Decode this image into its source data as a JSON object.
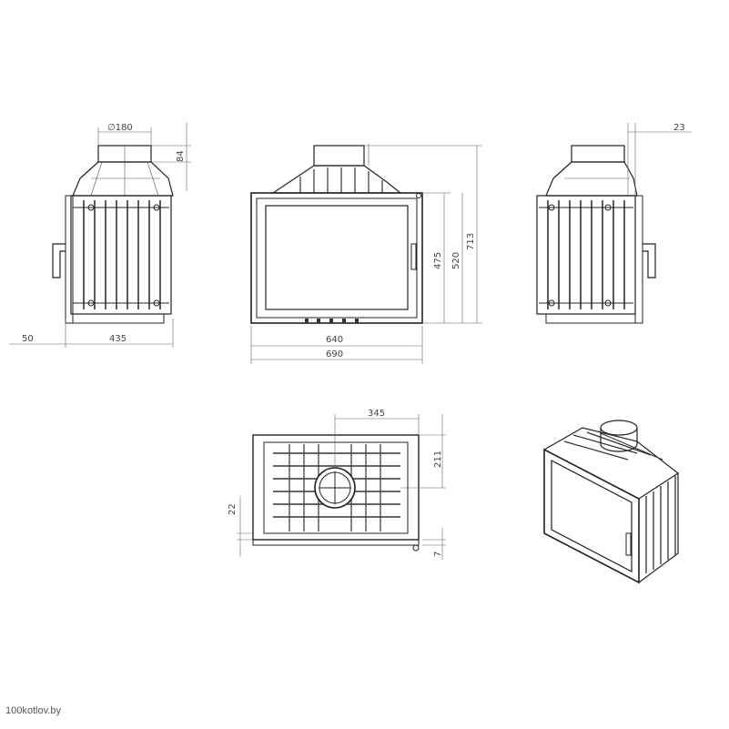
{
  "watermark": "100kotlov.by",
  "dimensions": {
    "side_left": {
      "pipe_diameter": "∅180",
      "collar_height": "84",
      "offset": "50",
      "depth": "435"
    },
    "front": {
      "door_width": "640",
      "total_width": "690",
      "door_height": "475",
      "body_height": "520",
      "total_height": "713"
    },
    "side_right": {
      "offset": "23"
    },
    "top": {
      "outlet_offset": "345",
      "outlet_depth": "211",
      "rear_offset": "22",
      "front_offset": "7"
    }
  }
}
